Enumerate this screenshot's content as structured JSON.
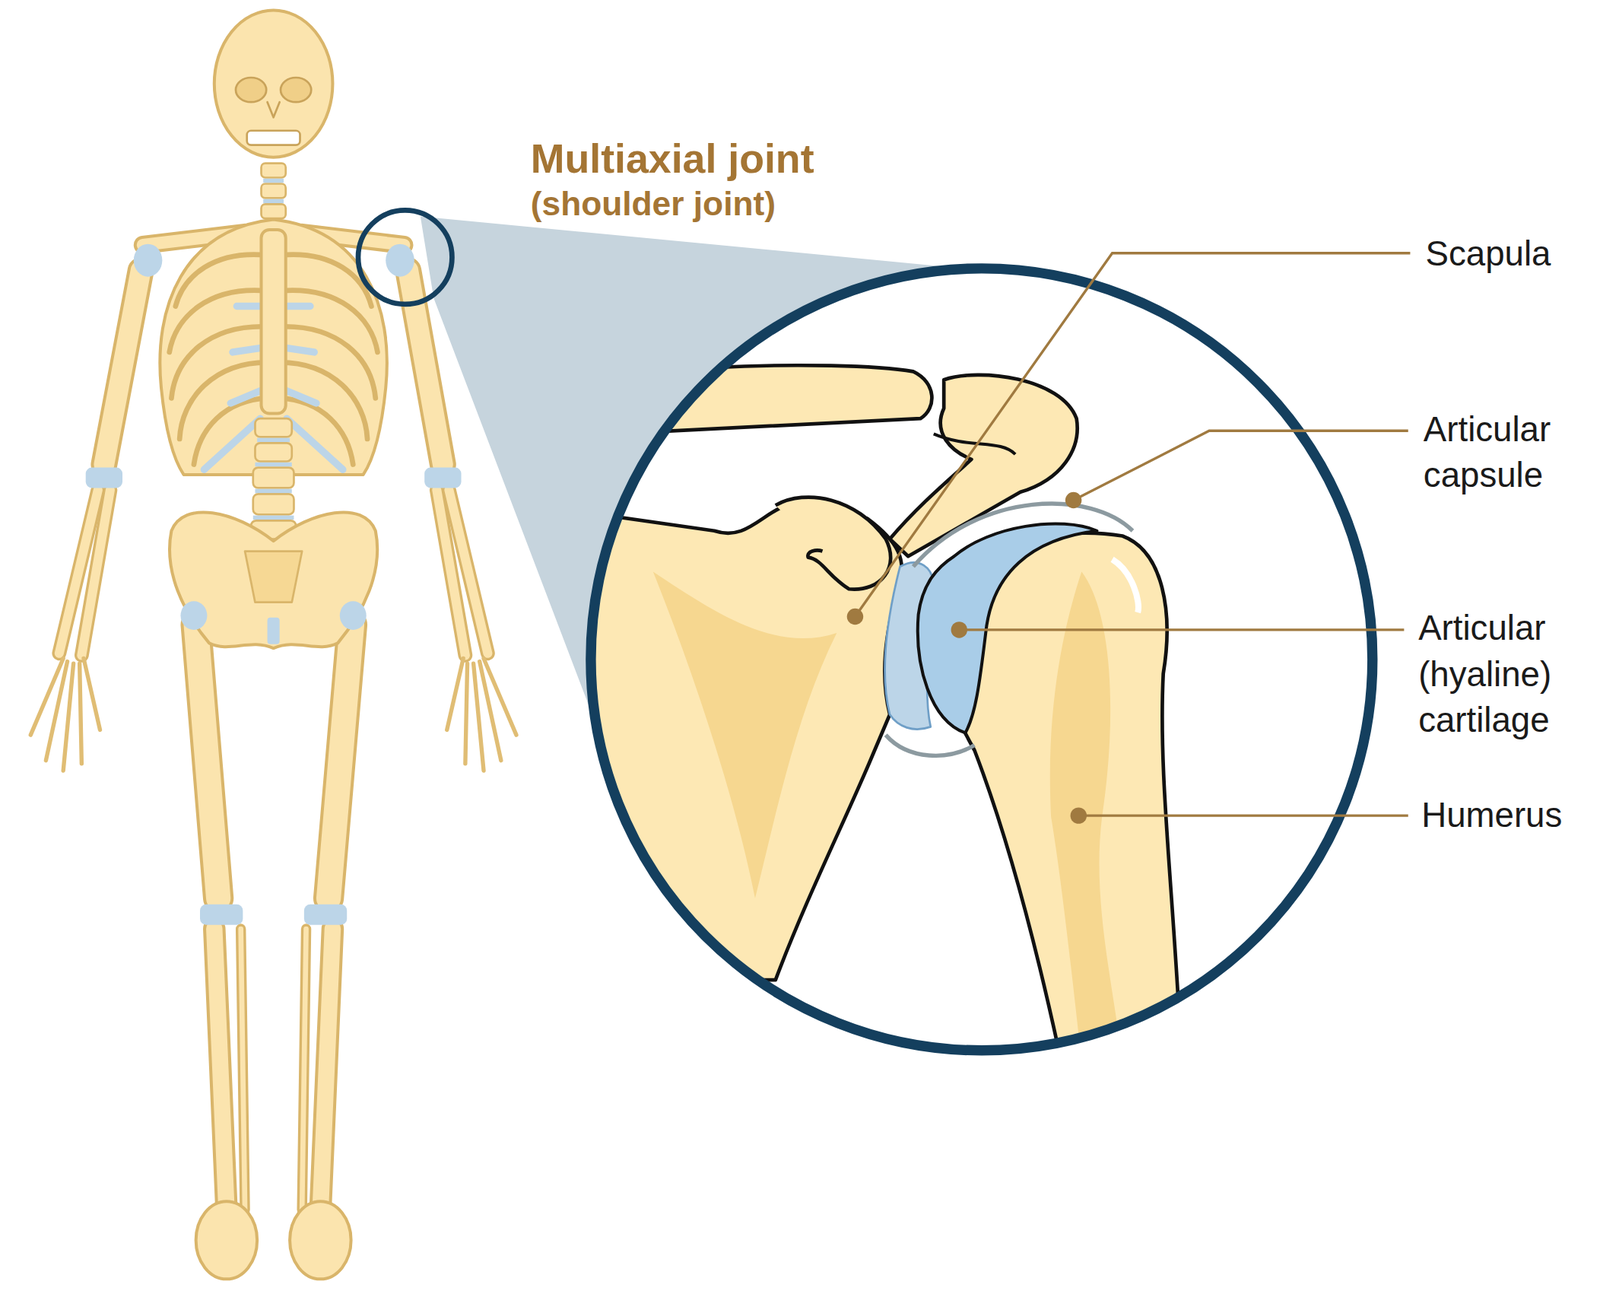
{
  "diagram": {
    "title": "Multiaxial joint",
    "labels": [
      "(shoulder joint)",
      "Scapula",
      "Articular capsule",
      "Articular (hyaline) cartilage",
      "Humerus"
    ]
  }
}
